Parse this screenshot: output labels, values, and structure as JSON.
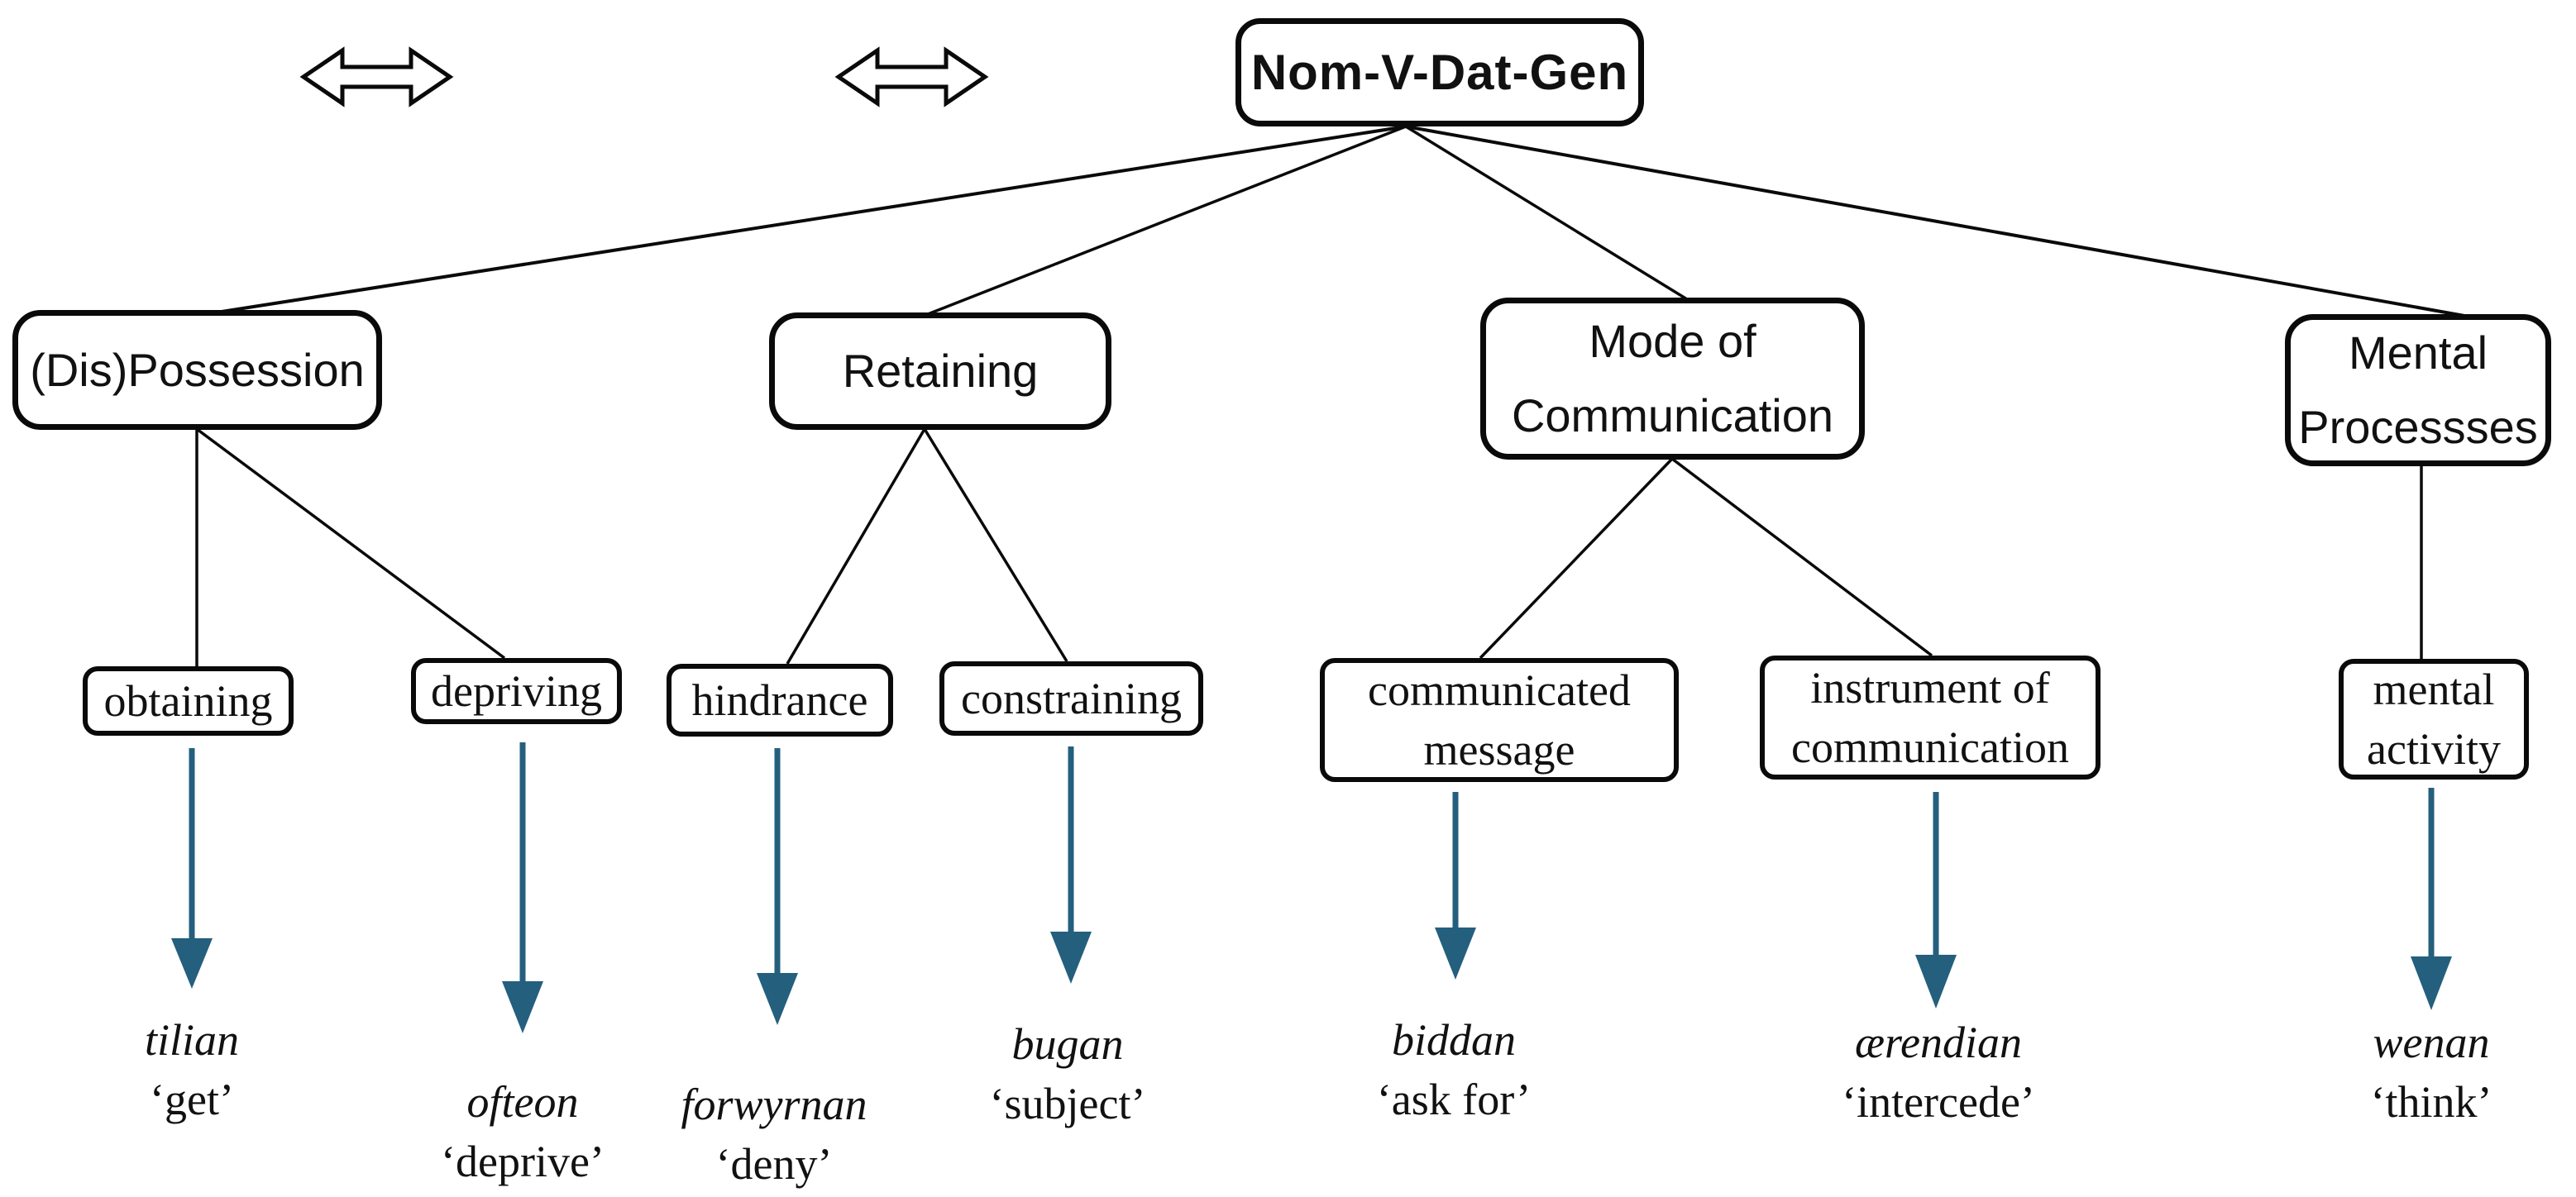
{
  "diagram": {
    "root": {
      "label": "Nom-V-Dat-Gen"
    },
    "categories": [
      {
        "label": "(Dis)Possession"
      },
      {
        "label": "Retaining"
      },
      {
        "label": "Mode of\nCommunication"
      },
      {
        "label": "Mental\nProcessses"
      }
    ],
    "subcategories": [
      {
        "label": "obtaining"
      },
      {
        "label": "depriving"
      },
      {
        "label": "hindrance"
      },
      {
        "label": "constraining"
      },
      {
        "label": "communicated\nmessage"
      },
      {
        "label": "instrument of\ncommunication"
      },
      {
        "label": "mental\nactivity"
      }
    ],
    "lexemes": [
      {
        "word": "tilian",
        "gloss": "‘get’"
      },
      {
        "word": "ofteon",
        "gloss": "‘deprive’"
      },
      {
        "word": "forwyrnan",
        "gloss": "‘deny’"
      },
      {
        "word": "bugan",
        "gloss": "‘subject’"
      },
      {
        "word": "biddan",
        "gloss": "‘ask for’"
      },
      {
        "word": "ærendian",
        "gloss": "‘intercede’"
      },
      {
        "word": "wenan",
        "gloss": "‘think’"
      }
    ],
    "colors": {
      "arrow": "#245f7e",
      "line": "#0a0a0a"
    }
  }
}
